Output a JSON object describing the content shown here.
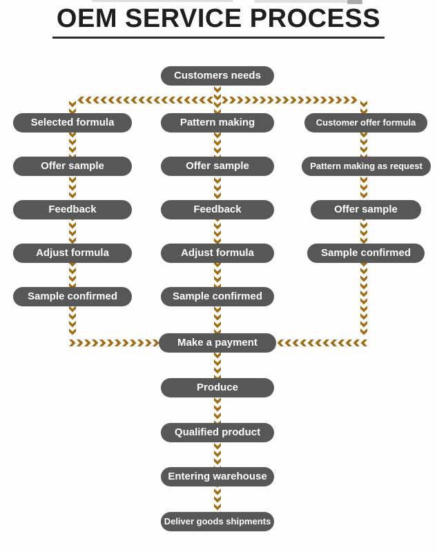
{
  "title": "OEM SERVICE PROCESS",
  "colors": {
    "box": "#575757",
    "arrow": "#a26d12",
    "text": "#ffffff",
    "title": "#1e1e1e"
  },
  "flow": {
    "start": {
      "label": "Customers needs"
    },
    "columns": {
      "left": [
        "Selected formula",
        "Offer sample",
        "Feedback",
        "Adjust formula",
        "Sample confirmed"
      ],
      "middle": [
        "Pattern making",
        "Offer sample",
        "Feedback",
        "Adjust formula",
        "Sample confirmed"
      ],
      "right": [
        "Customer offer formula",
        "Pattern making as request",
        "Offer sample",
        "Sample confirmed"
      ]
    },
    "merge": {
      "label": "Make a payment"
    },
    "tail": [
      "Produce",
      "Qualified product",
      "Entering warehouse",
      "Deliver goods shipments"
    ]
  }
}
